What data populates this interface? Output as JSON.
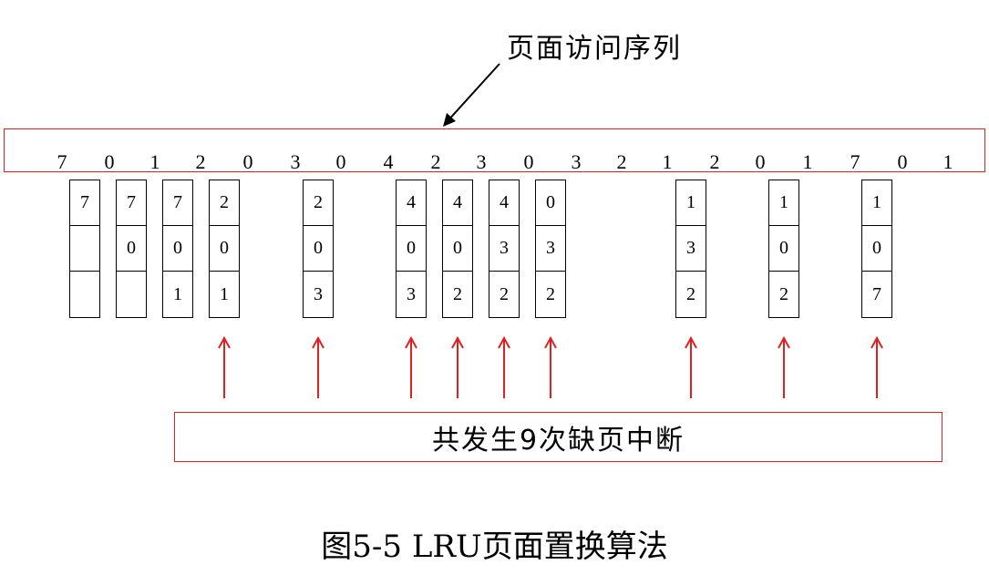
{
  "sequence_label": "页面访问序列",
  "reference_sequence": [
    "7",
    "0",
    "1",
    "2",
    "0",
    "3",
    "0",
    "4",
    "2",
    "3",
    "0",
    "3",
    "2",
    "1",
    "2",
    "0",
    "1",
    "7",
    "0",
    "1"
  ],
  "frames": [
    [
      "7",
      "",
      ""
    ],
    [
      "7",
      "0",
      ""
    ],
    [
      "7",
      "0",
      "1"
    ],
    [
      "2",
      "0",
      "1"
    ],
    [
      "2",
      "0",
      "3"
    ],
    [
      "4",
      "0",
      "3"
    ],
    [
      "4",
      "0",
      "2"
    ],
    [
      "4",
      "3",
      "2"
    ],
    [
      "0",
      "3",
      "2"
    ],
    [
      "1",
      "3",
      "2"
    ],
    [
      "1",
      "0",
      "2"
    ],
    [
      "1",
      "0",
      "7"
    ]
  ],
  "fault_summary": "共发生9次缺页中断",
  "caption": "图5-5    LRU页面置换算法",
  "colors": {
    "highlight": "#e02020",
    "ink": "#000000"
  }
}
